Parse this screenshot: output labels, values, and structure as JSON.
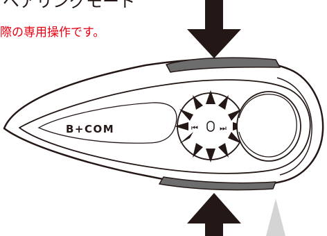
{
  "header": {
    "heading_partial": "ペアリングモード",
    "caption": "際の専用操作です。"
  },
  "device": {
    "brand_label": "B+COM",
    "button_left_symbol": "⏮",
    "button_right_symbol": "⏭"
  },
  "colors": {
    "caption": "#e60012",
    "outline": "#231815",
    "button_top": "#6d6d6d",
    "button_bottom": "#6d6d6d",
    "arrow": "#231815",
    "tab": "#d4d4d4"
  },
  "icons": {
    "press_arrow_top": "arrow-down-icon",
    "press_arrow_bottom": "arrow-up-icon"
  }
}
